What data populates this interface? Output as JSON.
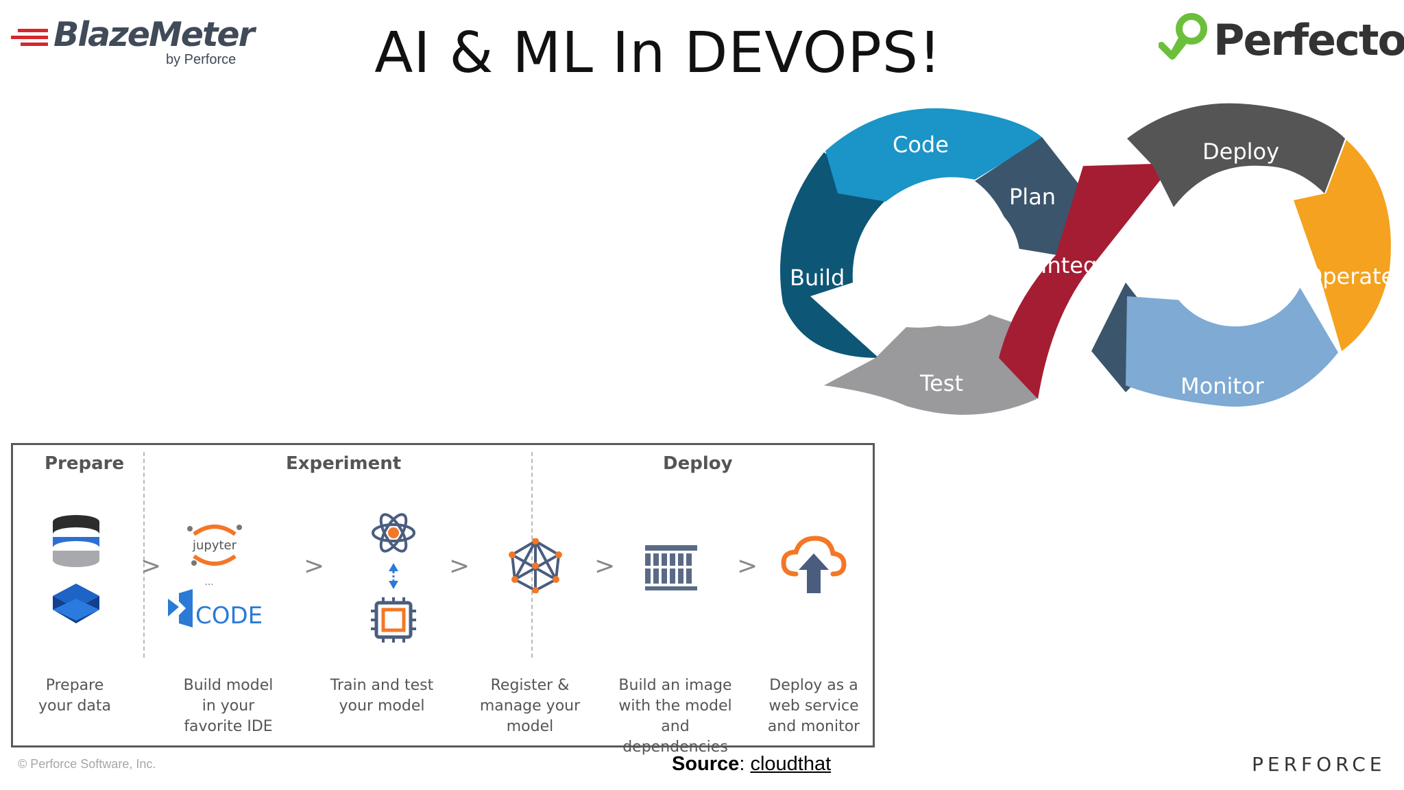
{
  "header": {
    "left_logo": {
      "name": "BlazeMeter",
      "byline": "by Perforce"
    },
    "title": "AI & ML In DEVOPS!",
    "right_logo": {
      "name": "Perfecto"
    }
  },
  "devops_loop": {
    "stages": [
      "Code",
      "Plan",
      "Build",
      "Integrate",
      "Test",
      "Deploy",
      "Operate",
      "Monitor"
    ],
    "colors": {
      "code": "#1b94c8",
      "plan": "#3b556c",
      "build": "#0e5676",
      "integrate": "#a51d33",
      "test": "#9a999b",
      "deploy": "#555555",
      "operate": "#f4a21f",
      "monitor": "#7eaad3"
    }
  },
  "pipeline": {
    "phases": [
      "Prepare",
      "Experiment",
      "Deploy"
    ],
    "icons": {
      "jupyter": "jupyter",
      "jupyter_dots": "...",
      "vscode": "CODE"
    },
    "steps": [
      {
        "icon": "database-icon",
        "lines": [
          "Prepare",
          "your data"
        ]
      },
      {
        "icon": "ide-icon",
        "lines": [
          "Build model",
          "in your",
          "favorite IDE"
        ]
      },
      {
        "icon": "train-icon",
        "lines": [
          "Train and test",
          "your model"
        ]
      },
      {
        "icon": "model-network-icon",
        "lines": [
          "Register &",
          "manage your",
          "model"
        ]
      },
      {
        "icon": "container-image-icon",
        "lines": [
          "Build an image",
          "with the model",
          "and dependencies"
        ]
      },
      {
        "icon": "cloud-upload-icon",
        "lines": [
          "Deploy as a",
          "web service",
          "and monitor"
        ]
      }
    ],
    "chevron": ">"
  },
  "footer": {
    "copyright": "© Perforce Software, Inc.",
    "source_label": "Source",
    "source_sep": ": ",
    "source_link": "cloudthat",
    "brand": "PERFORCE"
  }
}
